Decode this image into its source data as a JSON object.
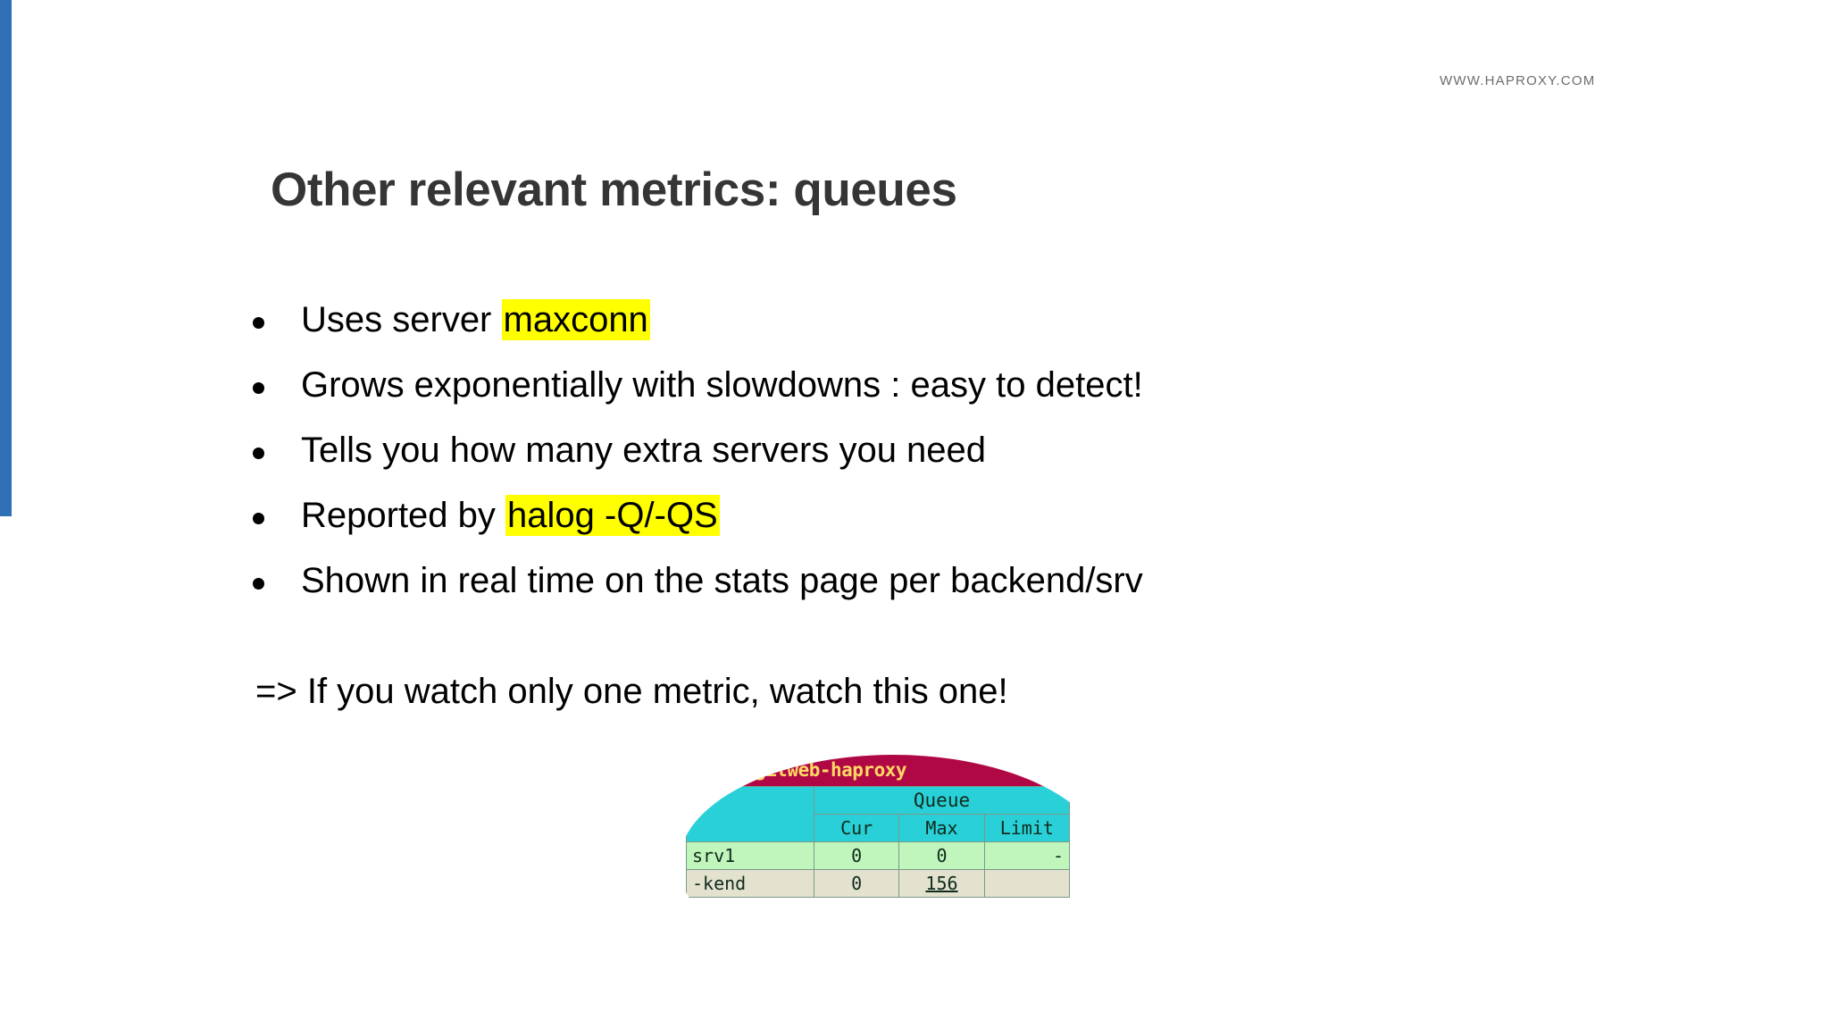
{
  "slide": {
    "brand": "WWW.HAPROXY.COM",
    "title": "Other relevant metrics: queues",
    "accent_color": "#2f6fb5",
    "highlight_color": "#ffff00",
    "title_color": "#353535"
  },
  "bullets": [
    {
      "pre": "Uses server ",
      "highlight": "maxconn",
      "post": ""
    },
    {
      "pre": "Grows exponentially with slowdowns : easy to detect!",
      "highlight": "",
      "post": ""
    },
    {
      "pre": "Tells you how many extra servers you need",
      "highlight": "",
      "post": ""
    },
    {
      "pre": "Reported by ",
      "highlight": "halog -Q/-QS",
      "post": ""
    },
    {
      "pre": "Shown in real time on the stats page per backend/srv",
      "highlight": "",
      "post": ""
    }
  ],
  "conclusion": "=> If you watch only one metric, watch this one!",
  "stats_image": {
    "banner": "gitweb-haproxy",
    "group_header": "Queue",
    "columns": [
      "Cur",
      "Max",
      "Limit"
    ],
    "rows": [
      {
        "name": "srv1",
        "cur": "0",
        "max": "0",
        "limit": "-"
      },
      {
        "name": "-kend",
        "cur": "0",
        "max": "156",
        "limit": ""
      }
    ],
    "colors": {
      "banner_bg": "#b00844",
      "banner_fg": "#ffd966",
      "header_bg": "#29d0d8",
      "srv_row_bg": "#c0f5bc",
      "backend_row_bg": "#e2e2cf"
    }
  }
}
